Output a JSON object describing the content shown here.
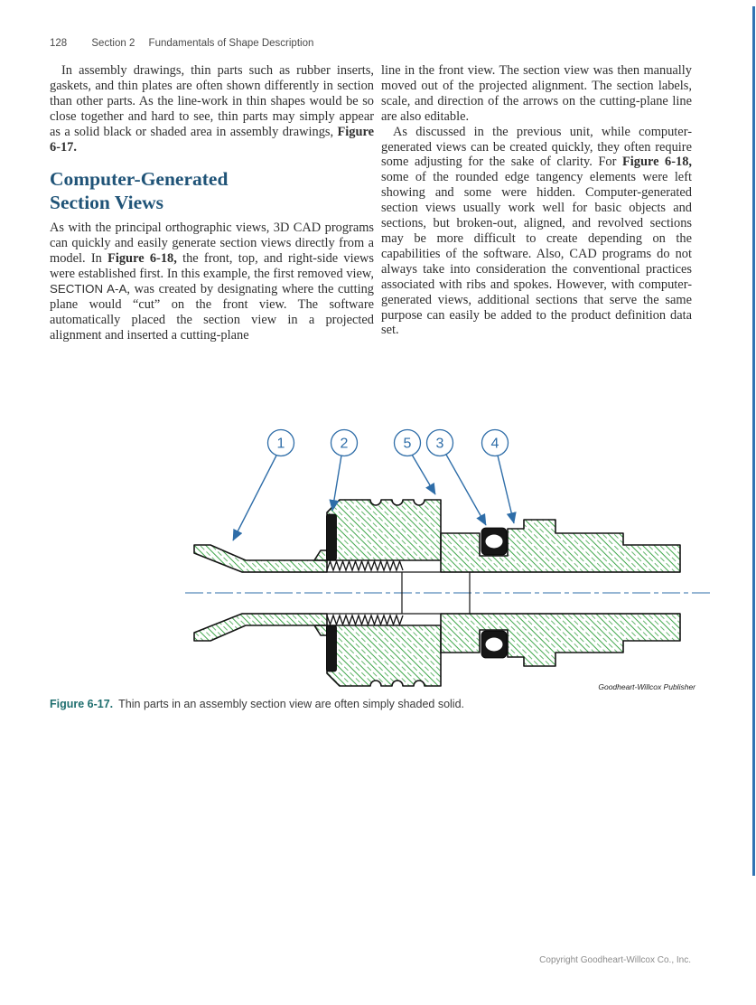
{
  "header": {
    "page_number": "128",
    "section_label": "Section 2",
    "section_title": "Fundamentals of Shape Description"
  },
  "columns": {
    "left": {
      "para1": [
        {
          "t": "In assembly drawings, thin parts such as rubber inserts, gaskets, and thin plates are often shown differently in section than other parts. As the line-work in thin shapes would be so close together and hard to see, thin parts may simply appear as a solid black or shaded area in assembly drawings, "
        },
        {
          "t": "Figure 6-17.",
          "f": "b"
        }
      ],
      "heading_line1": "Computer-Generated",
      "heading_line2": "Section Views",
      "para2": [
        {
          "t": "As with the principal orthographic views, 3D CAD programs can quickly and easily generate section views directly from a model. In "
        },
        {
          "t": "Figure 6-18,",
          "f": "b"
        },
        {
          "t": " the front, top, and right-side views were established first. In this example, the first removed view, "
        },
        {
          "t": "SECTION A-A",
          "f": "s"
        },
        {
          "t": ", was created by designating where the cutting plane would “cut” on the front view. The software automatically placed the section view in a projected alignment and inserted a cutting-plane"
        }
      ]
    },
    "right": {
      "para1": [
        {
          "t": "line in the front view. The section view was then manually moved out of the projected alignment. The section labels, scale, and direction of the arrows on the cutting-plane line are also editable."
        }
      ],
      "para2": [
        {
          "t": "As discussed in the previous unit, while computer-generated views can be created quickly, they often require some adjusting for the sake of clarity. For "
        },
        {
          "t": "Figure 6-18,",
          "f": "b"
        },
        {
          "t": " some of the rounded edge tangency elements were left showing and some were hidden. Computer-generated section views usually work well for basic objects and sections, but broken-out, aligned, and revolved sections may be more difficult to create depending on the capabilities of the software. Also, CAD programs do not always take into consideration the conventional practices associated with ribs and spokes. However, with computer-generated views, additional sections that serve the same purpose can easily be added to the product definition data set."
        }
      ]
    }
  },
  "figure": {
    "balloons": [
      "1",
      "2",
      "5",
      "3",
      "4"
    ],
    "credit": "Goodheart-Willcox Publisher",
    "caption_label": "Figure 6-17.",
    "caption_text": "Thin parts in an assembly section view are often simply shaded solid.",
    "colors": {
      "leader_blue": "#2e6da8",
      "hatch_green": "#3fa64a",
      "outline_black": "#141414",
      "heading_blue": "#1f5377",
      "caption_teal": "#1e6e6e"
    }
  },
  "footer": {
    "copyright": "Copyright Goodheart-Willcox Co., Inc."
  }
}
